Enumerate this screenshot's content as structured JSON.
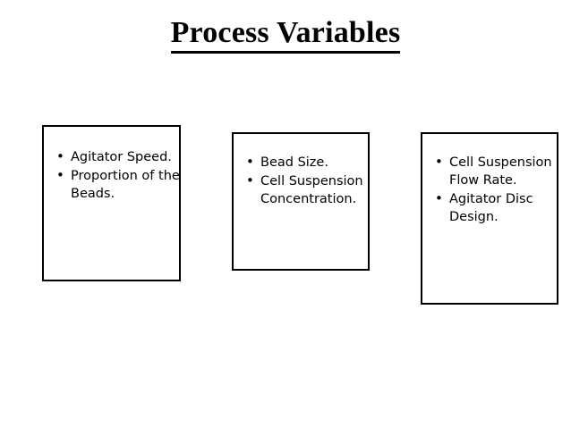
{
  "slide": {
    "title": "Process Variables",
    "background_color": "#ffffff",
    "text_color": "#000000",
    "border_color": "#000000",
    "boxes": [
      {
        "name": "box-left",
        "items": [
          "Agitator Speed.",
          "Proportion of the Beads."
        ]
      },
      {
        "name": "box-middle",
        "items": [
          "Bead Size.",
          "Cell Suspension Concentration."
        ]
      },
      {
        "name": "box-right",
        "items": [
          "Cell Suspension Flow Rate.",
          "Agitator Disc Design."
        ]
      }
    ]
  }
}
